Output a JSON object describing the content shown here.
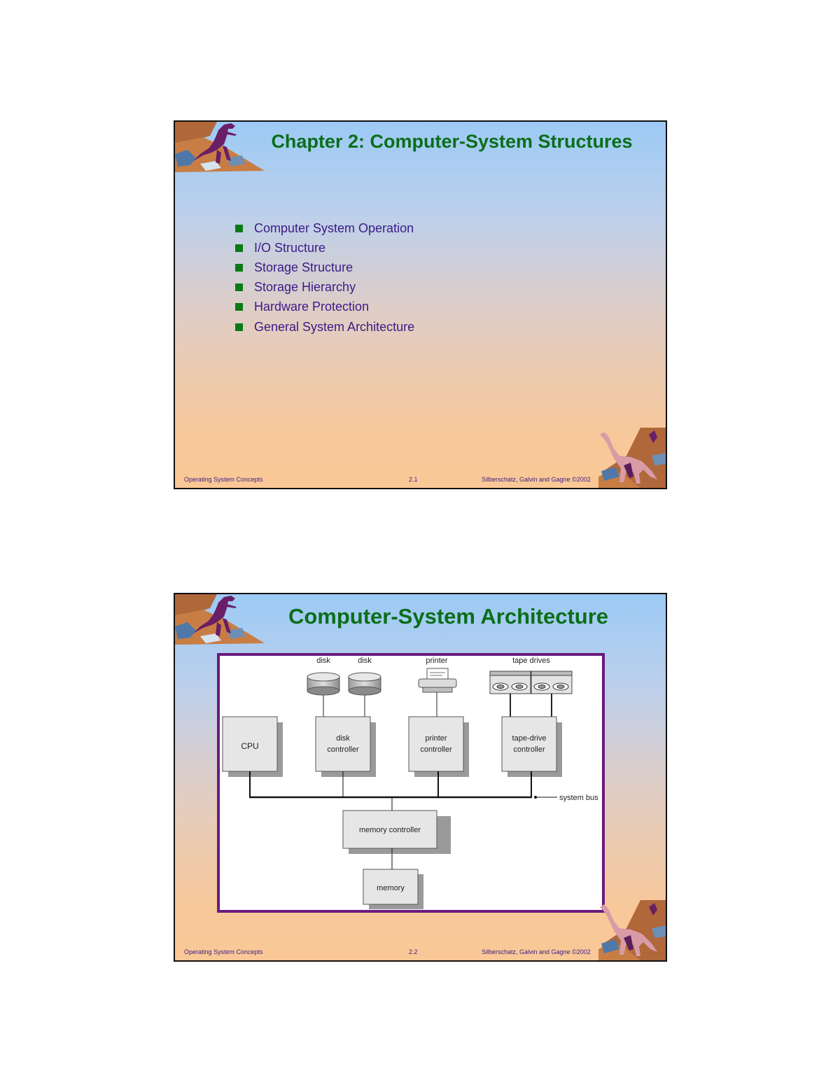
{
  "slide1": {
    "title": "Chapter 2:  Computer-System Structures",
    "bullets": [
      "Computer System Operation",
      "I/O Structure",
      "Storage Structure",
      "Storage Hierarchy",
      "Hardware Protection",
      "General System Architecture"
    ],
    "footer_left": "Operating System Concepts",
    "footer_center": "2.1",
    "footer_right": "Silberschatz, Galvin and  Gagne ©2002"
  },
  "slide2": {
    "title": "Computer-System Architecture",
    "diagram": {
      "device_labels": {
        "disk1": "disk",
        "disk2": "disk",
        "printer": "printer",
        "tape": "tape drives"
      },
      "boxes": {
        "cpu": "CPU",
        "disk_controller": [
          "disk",
          "controller"
        ],
        "printer_controller": [
          "printer",
          "controller"
        ],
        "tape_controller": [
          "tape-drive",
          "controller"
        ],
        "memory_controller": "memory controller",
        "memory": "memory"
      },
      "bus_label": "system bus"
    },
    "footer_left": "Operating System Concepts",
    "footer_center": "2.2",
    "footer_right": "Silberschatz, Galvin and  Gagne ©2002"
  },
  "colors": {
    "title": "#0b6e1a",
    "bullet": "#0a7a16",
    "body_text": "#3b1b86",
    "frame": "#6a1b7e"
  }
}
